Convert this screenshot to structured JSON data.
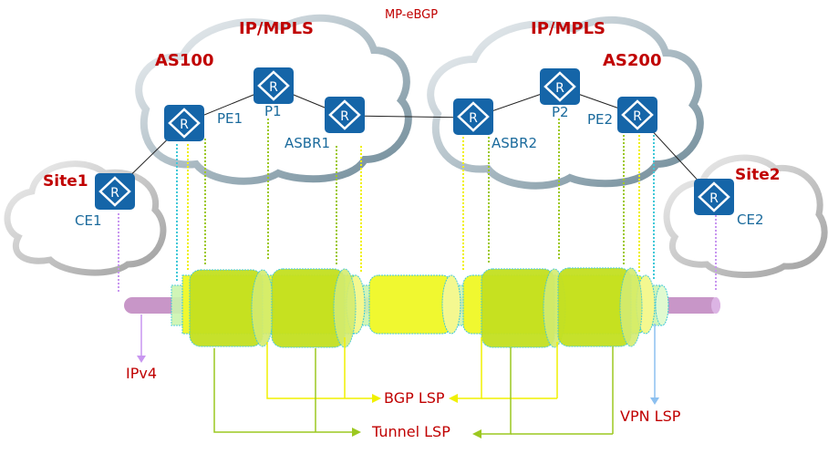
{
  "top_label": "MP-eBGP",
  "clouds": {
    "left": {
      "title": "IP/MPLS",
      "as": "AS100"
    },
    "right": {
      "title": "IP/MPLS",
      "as": "AS200"
    },
    "site1": {
      "title": "Site1"
    },
    "site2": {
      "title": "Site2"
    }
  },
  "routers": [
    {
      "id": "ce1",
      "label": "CE1"
    },
    {
      "id": "pe1",
      "label": "PE1"
    },
    {
      "id": "p1",
      "label": "P1"
    },
    {
      "id": "asbr1",
      "label": "ASBR1"
    },
    {
      "id": "asbr2",
      "label": "ASBR2"
    },
    {
      "id": "p2",
      "label": "P2"
    },
    {
      "id": "pe2",
      "label": "PE2"
    },
    {
      "id": "ce2",
      "label": "CE2"
    }
  ],
  "router_glyph": "R",
  "legend": {
    "ipv4": "IPv4",
    "bgp_lsp": "BGP LSP",
    "tunnel_lsp": "Tunnel LSP",
    "vpn_lsp": "VPN LSP"
  },
  "colors": {
    "router": "#1565a8",
    "label_red": "#c00000",
    "label_blue": "#1a6a9c",
    "ipv4": "#c896c8",
    "vpn": "#ccf5b0",
    "bgp": "#f0f830",
    "tunnel": "#c4e020",
    "bgp_line": "#f0f000",
    "tunnel_line": "#9cc820",
    "vpn_line": "#8cc0f0",
    "cyan_dot": "#40c8d8"
  }
}
